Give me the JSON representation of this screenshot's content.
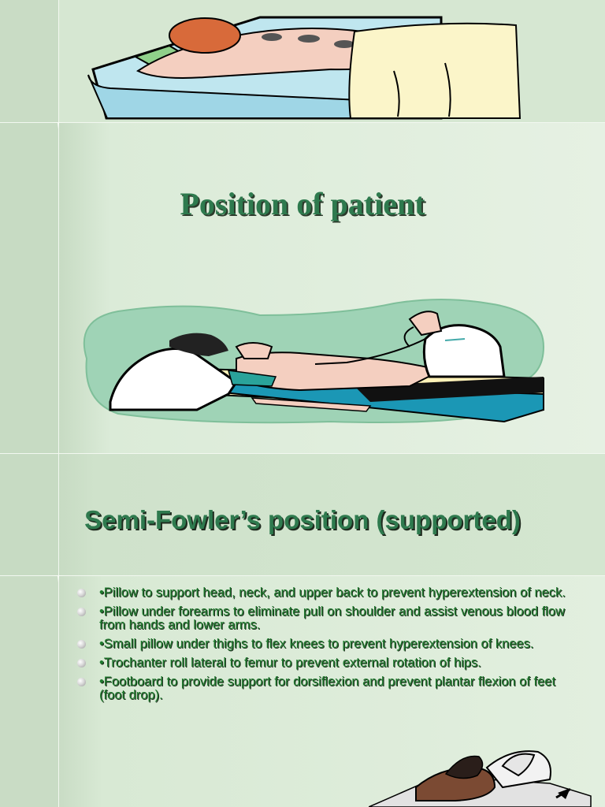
{
  "slides": {
    "title_slide": {
      "title": "Position of patient"
    },
    "section_slide": {
      "title": "Semi-Fowler’s position (supported)"
    },
    "bullet_slide": {
      "items": [
        {
          "text": "•Pillow to support head, neck, and upper back to prevent hyperextension of neck."
        },
        {
          "text": "•Pillow under forearms to eliminate pull on shoulder and assist venous blood flow from hands and lower arms."
        },
        {
          "text": "•Small pillow under thighs to flex knees to prevent hyperextension of knees."
        },
        {
          "text": "•Trochanter roll lateral to femur to prevent external rotation of hips."
        },
        {
          "text": "•Footboard to provide support for dorsiflexion and prevent plantar flexion of feet (foot drop)."
        }
      ]
    }
  },
  "icons": {
    "bullet": "bullet-sphere-icon",
    "illustrations": [
      "patient-massage-clipart",
      "patient-examination-clipart",
      "patient-bed-clipart"
    ]
  },
  "colors": {
    "title_green": "#2e7a4e",
    "text_green": "#1f7a2e",
    "background_green": "#d3e4cf"
  }
}
